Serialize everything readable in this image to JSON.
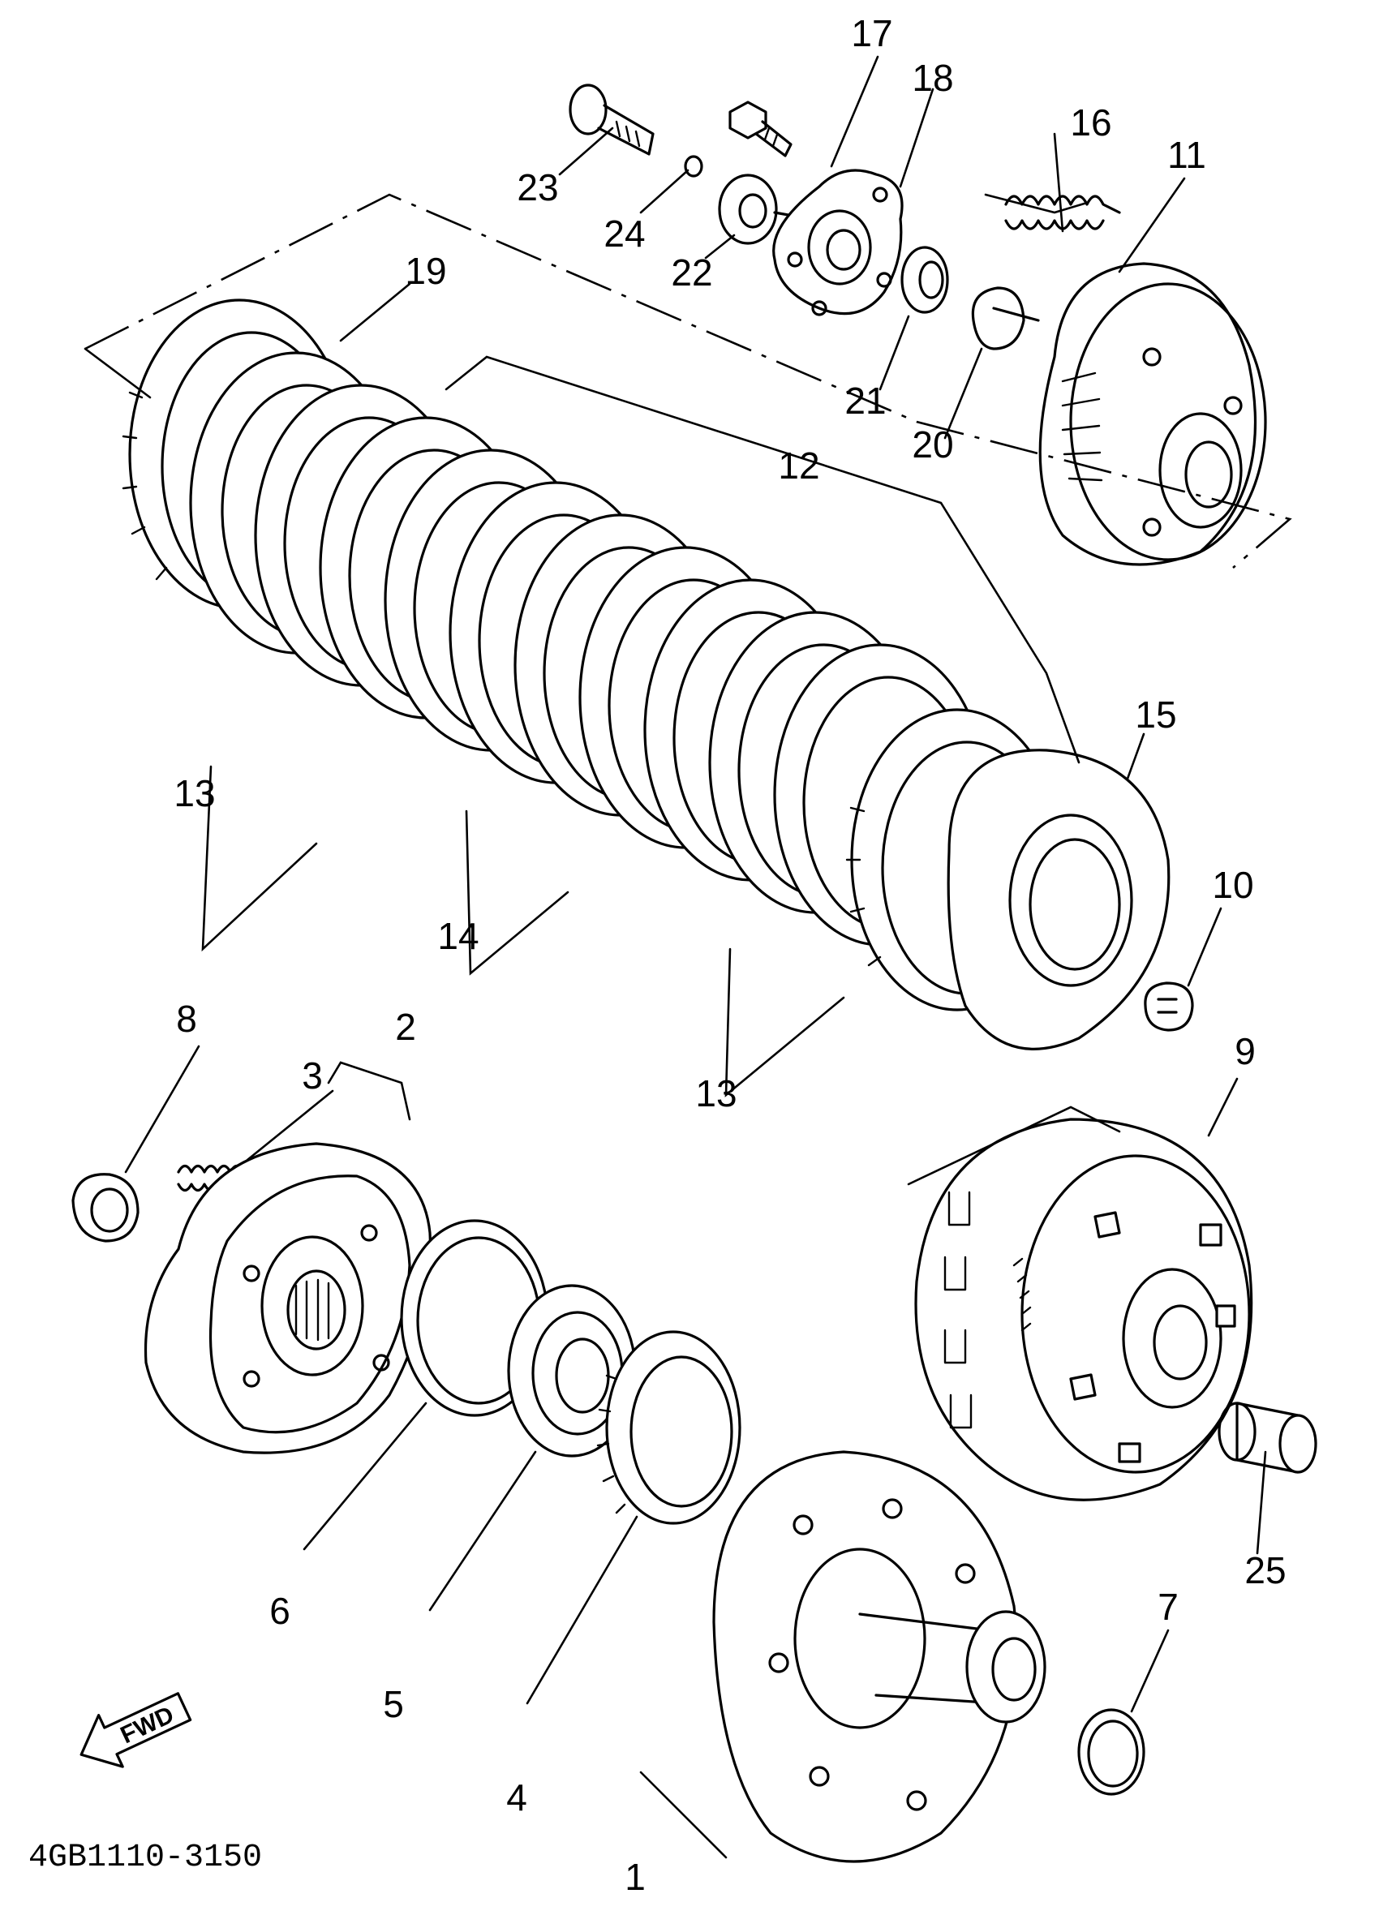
{
  "diagram_code": "4GB1110-3150",
  "direction_label": "FWD",
  "parts": [
    {
      "num": "1"
    },
    {
      "num": "2"
    },
    {
      "num": "3"
    },
    {
      "num": "4"
    },
    {
      "num": "5"
    },
    {
      "num": "6"
    },
    {
      "num": "7"
    },
    {
      "num": "8"
    },
    {
      "num": "9"
    },
    {
      "num": "10"
    },
    {
      "num": "11"
    },
    {
      "num": "12"
    },
    {
      "num": "13"
    },
    {
      "num": "13"
    },
    {
      "num": "14"
    },
    {
      "num": "15"
    },
    {
      "num": "16"
    },
    {
      "num": "17"
    },
    {
      "num": "18"
    },
    {
      "num": "19"
    },
    {
      "num": "20"
    },
    {
      "num": "21"
    },
    {
      "num": "22"
    },
    {
      "num": "23"
    },
    {
      "num": "24"
    },
    {
      "num": "25"
    }
  ]
}
